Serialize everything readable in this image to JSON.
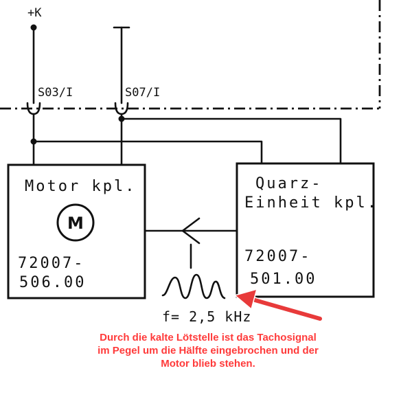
{
  "terminals": {
    "plus_k": "+K",
    "s03": "S03/I",
    "s07": "S07/I"
  },
  "motor": {
    "title_1": "Motor  kpl.",
    "symbol": "M",
    "part_1": "72007-",
    "part_2": "506.00"
  },
  "quartz": {
    "title_1": "Quarz-",
    "title_2": "Einheit kpl.",
    "part_1": "72007-",
    "part_2": "501.00"
  },
  "signal": {
    "frequency": "f= 2,5 kHz"
  },
  "annotation": {
    "text": "Durch die kalte Lötstelle ist das Tachosignal im Pegel um die Hälfte eingebrochen und der Motor blieb stehen."
  },
  "colors": {
    "annotation": "#ff3a3a",
    "arrow": "#e83a3a",
    "ink": "#111111"
  }
}
